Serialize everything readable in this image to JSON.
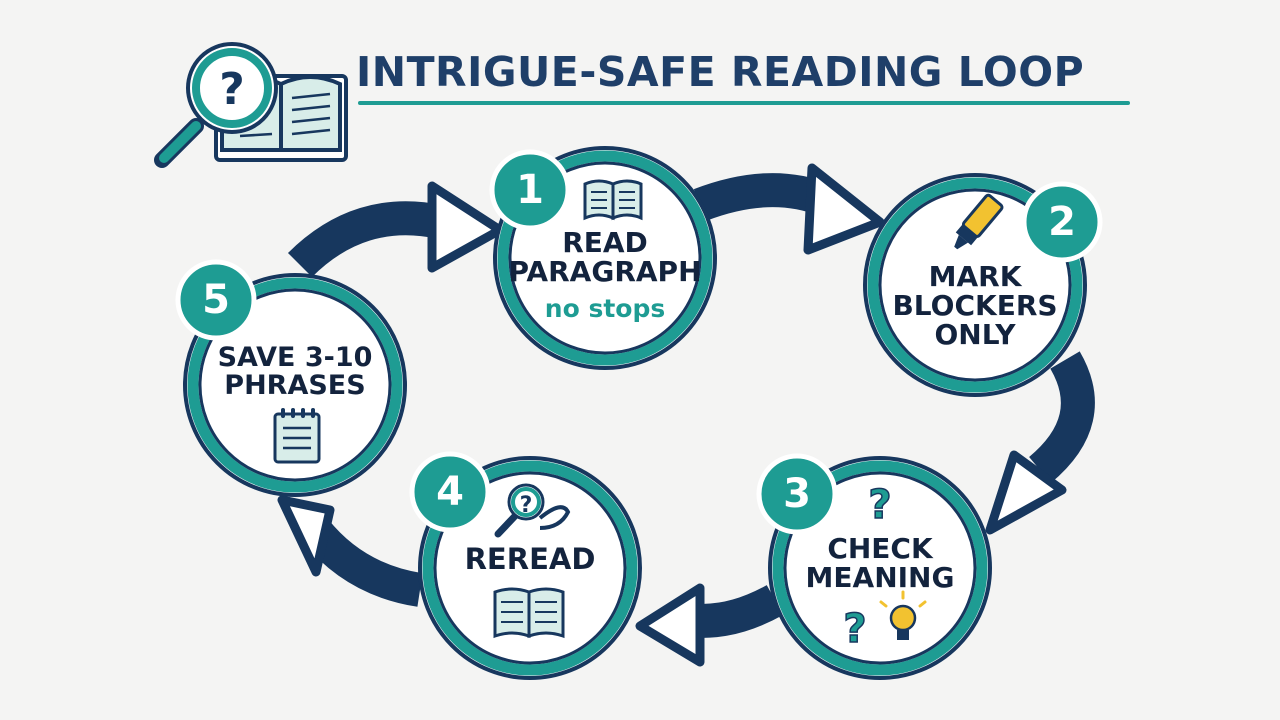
{
  "title": "INTRIGUE-SAFE READING LOOP",
  "steps": [
    {
      "number": "1",
      "line1": "READ",
      "line2": "PARAGRAPH",
      "sub": "no stops",
      "icon": "open-book-icon"
    },
    {
      "number": "2",
      "line1": "MARK",
      "line2": "BLOCKERS",
      "line3": "ONLY",
      "icon": "highlighter-icon"
    },
    {
      "number": "3",
      "line1": "CHECK",
      "line2": "MEANING",
      "icon": "question-lightbulb-icon"
    },
    {
      "number": "4",
      "line1": "REREAD",
      "icon": "magnifier-book-icon"
    },
    {
      "number": "5",
      "line1": "SAVE 3-10",
      "line2": "PHRASES",
      "icon": "notepad-icon"
    }
  ],
  "colors": {
    "navy": "#1f3f69",
    "teal": "#1e9c93",
    "dark_text": "#13233d",
    "ring_border": "#17375e",
    "highlighter": "#f2c230",
    "bulb": "#f2c230"
  }
}
